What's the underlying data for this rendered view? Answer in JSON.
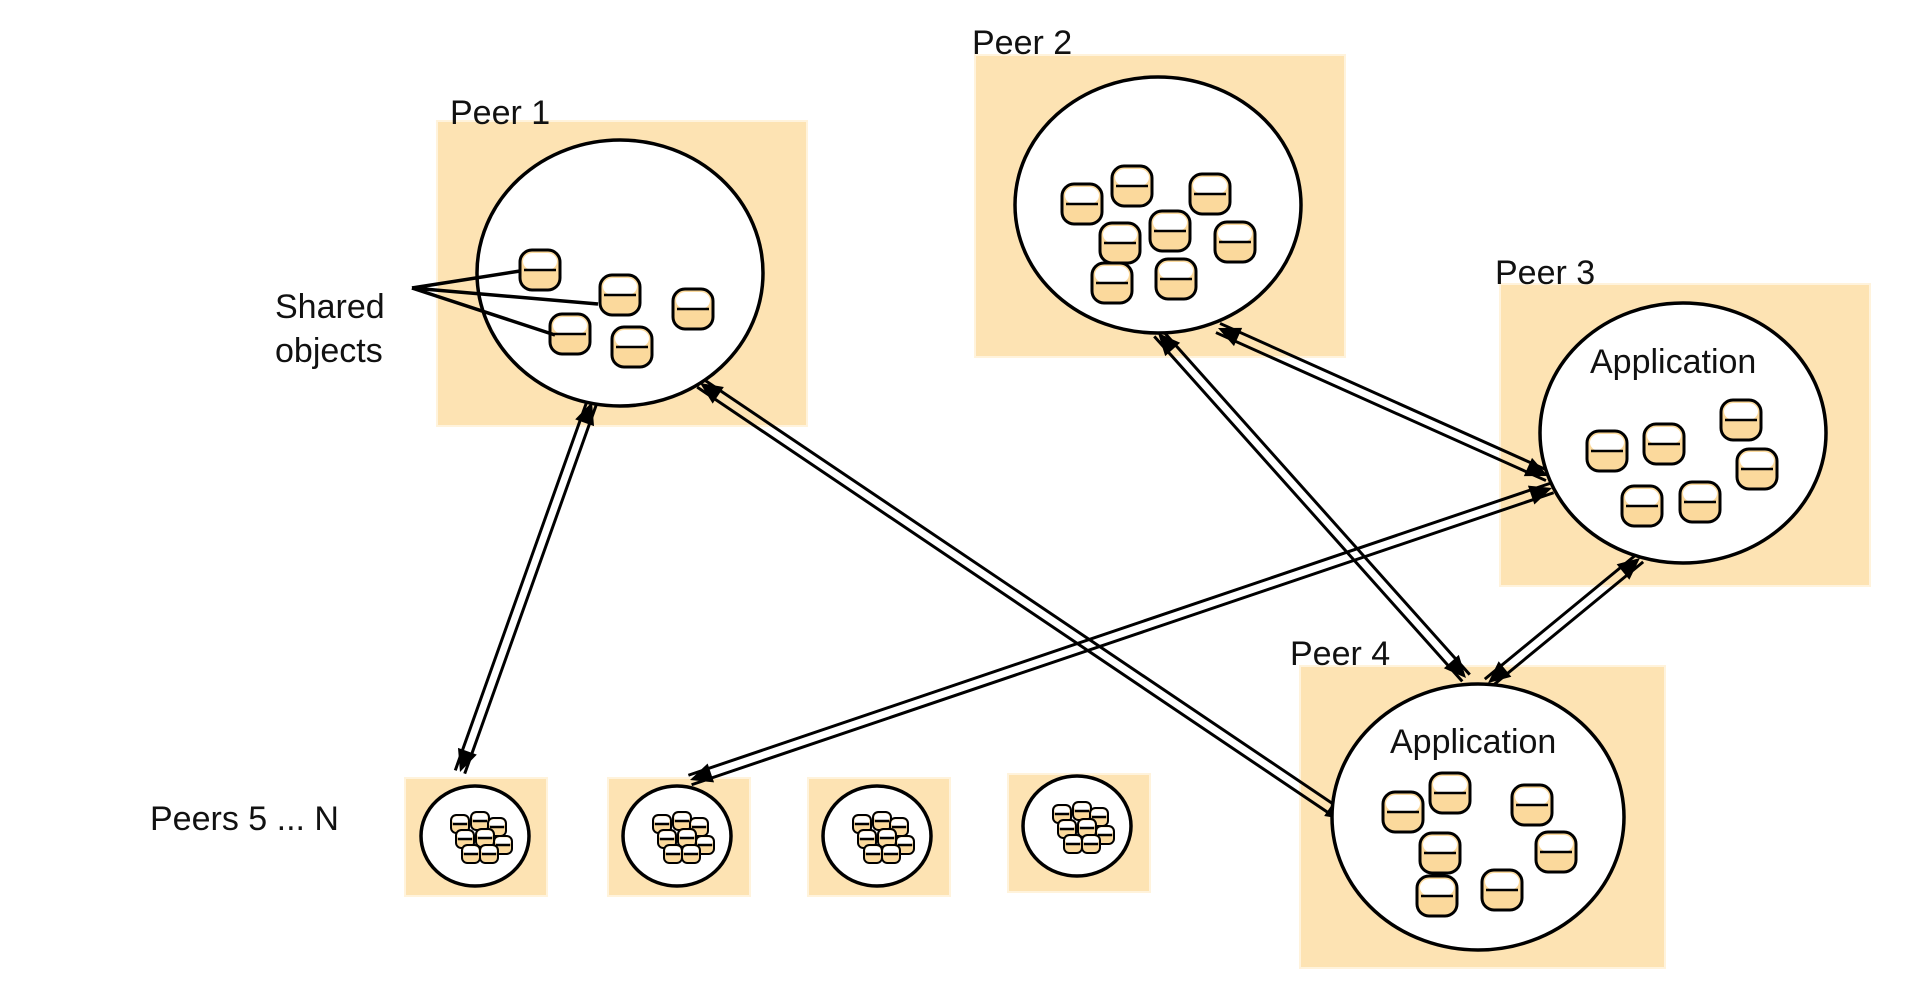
{
  "diagram": {
    "peers": [
      {
        "id": "peer1",
        "label": "Peer 1",
        "app_label": ""
      },
      {
        "id": "peer2",
        "label": "Peer 2",
        "app_label": ""
      },
      {
        "id": "peer3",
        "label": "Peer 3",
        "app_label": "Application"
      },
      {
        "id": "peer4",
        "label": "Peer 4",
        "app_label": "Application"
      }
    ],
    "small_peers_label": "Peers 5 ... N",
    "shared_objects_label_line1": "Shared",
    "shared_objects_label_line2": "objects",
    "connections": [
      [
        "peer1",
        "small1"
      ],
      [
        "peer1",
        "peer4"
      ],
      [
        "peer2",
        "peer3"
      ],
      [
        "peer2",
        "peer4"
      ],
      [
        "peer3",
        "peer4"
      ],
      [
        "peer3",
        "small2"
      ]
    ],
    "colors": {
      "peer_box": "#fde3b3",
      "shared_object": "#fbd99c",
      "outline": "#000000"
    }
  }
}
